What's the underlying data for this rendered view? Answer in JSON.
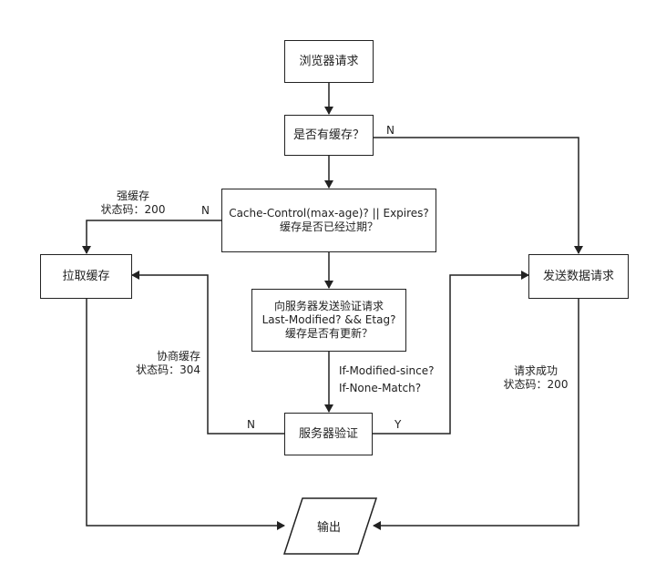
{
  "nodes": {
    "browser_request": "浏览器请求",
    "has_cache": "是否有缓存？",
    "cache_control_line1": "Cache-Control(max-age)? || Expires?",
    "cache_control_line2": "缓存是否已经过期？",
    "pull_cache": "拉取缓存",
    "send_data_request": "发送数据请求",
    "revalidate_line1": "向服务器发送验证请求",
    "revalidate_line2": "Last-Modified? && Etag?",
    "revalidate_line3": "缓存是否有更新？",
    "server_verify": "服务器验证",
    "output": "输出"
  },
  "labels": {
    "n_has_cache": "N",
    "strong_cache_line1": "强缓存",
    "strong_cache_line2": "状态码：200",
    "n_cache_control": "N",
    "negotiate_cache_line1": "协商缓存",
    "negotiate_cache_line2": "状态码：304",
    "if_modified_since": "If-Modified-since?",
    "if_none_match": "If-None-Match?",
    "n_server": "N",
    "y_server": "Y",
    "request_success_line1": "请求成功",
    "request_success_line2": "状态码：200"
  }
}
